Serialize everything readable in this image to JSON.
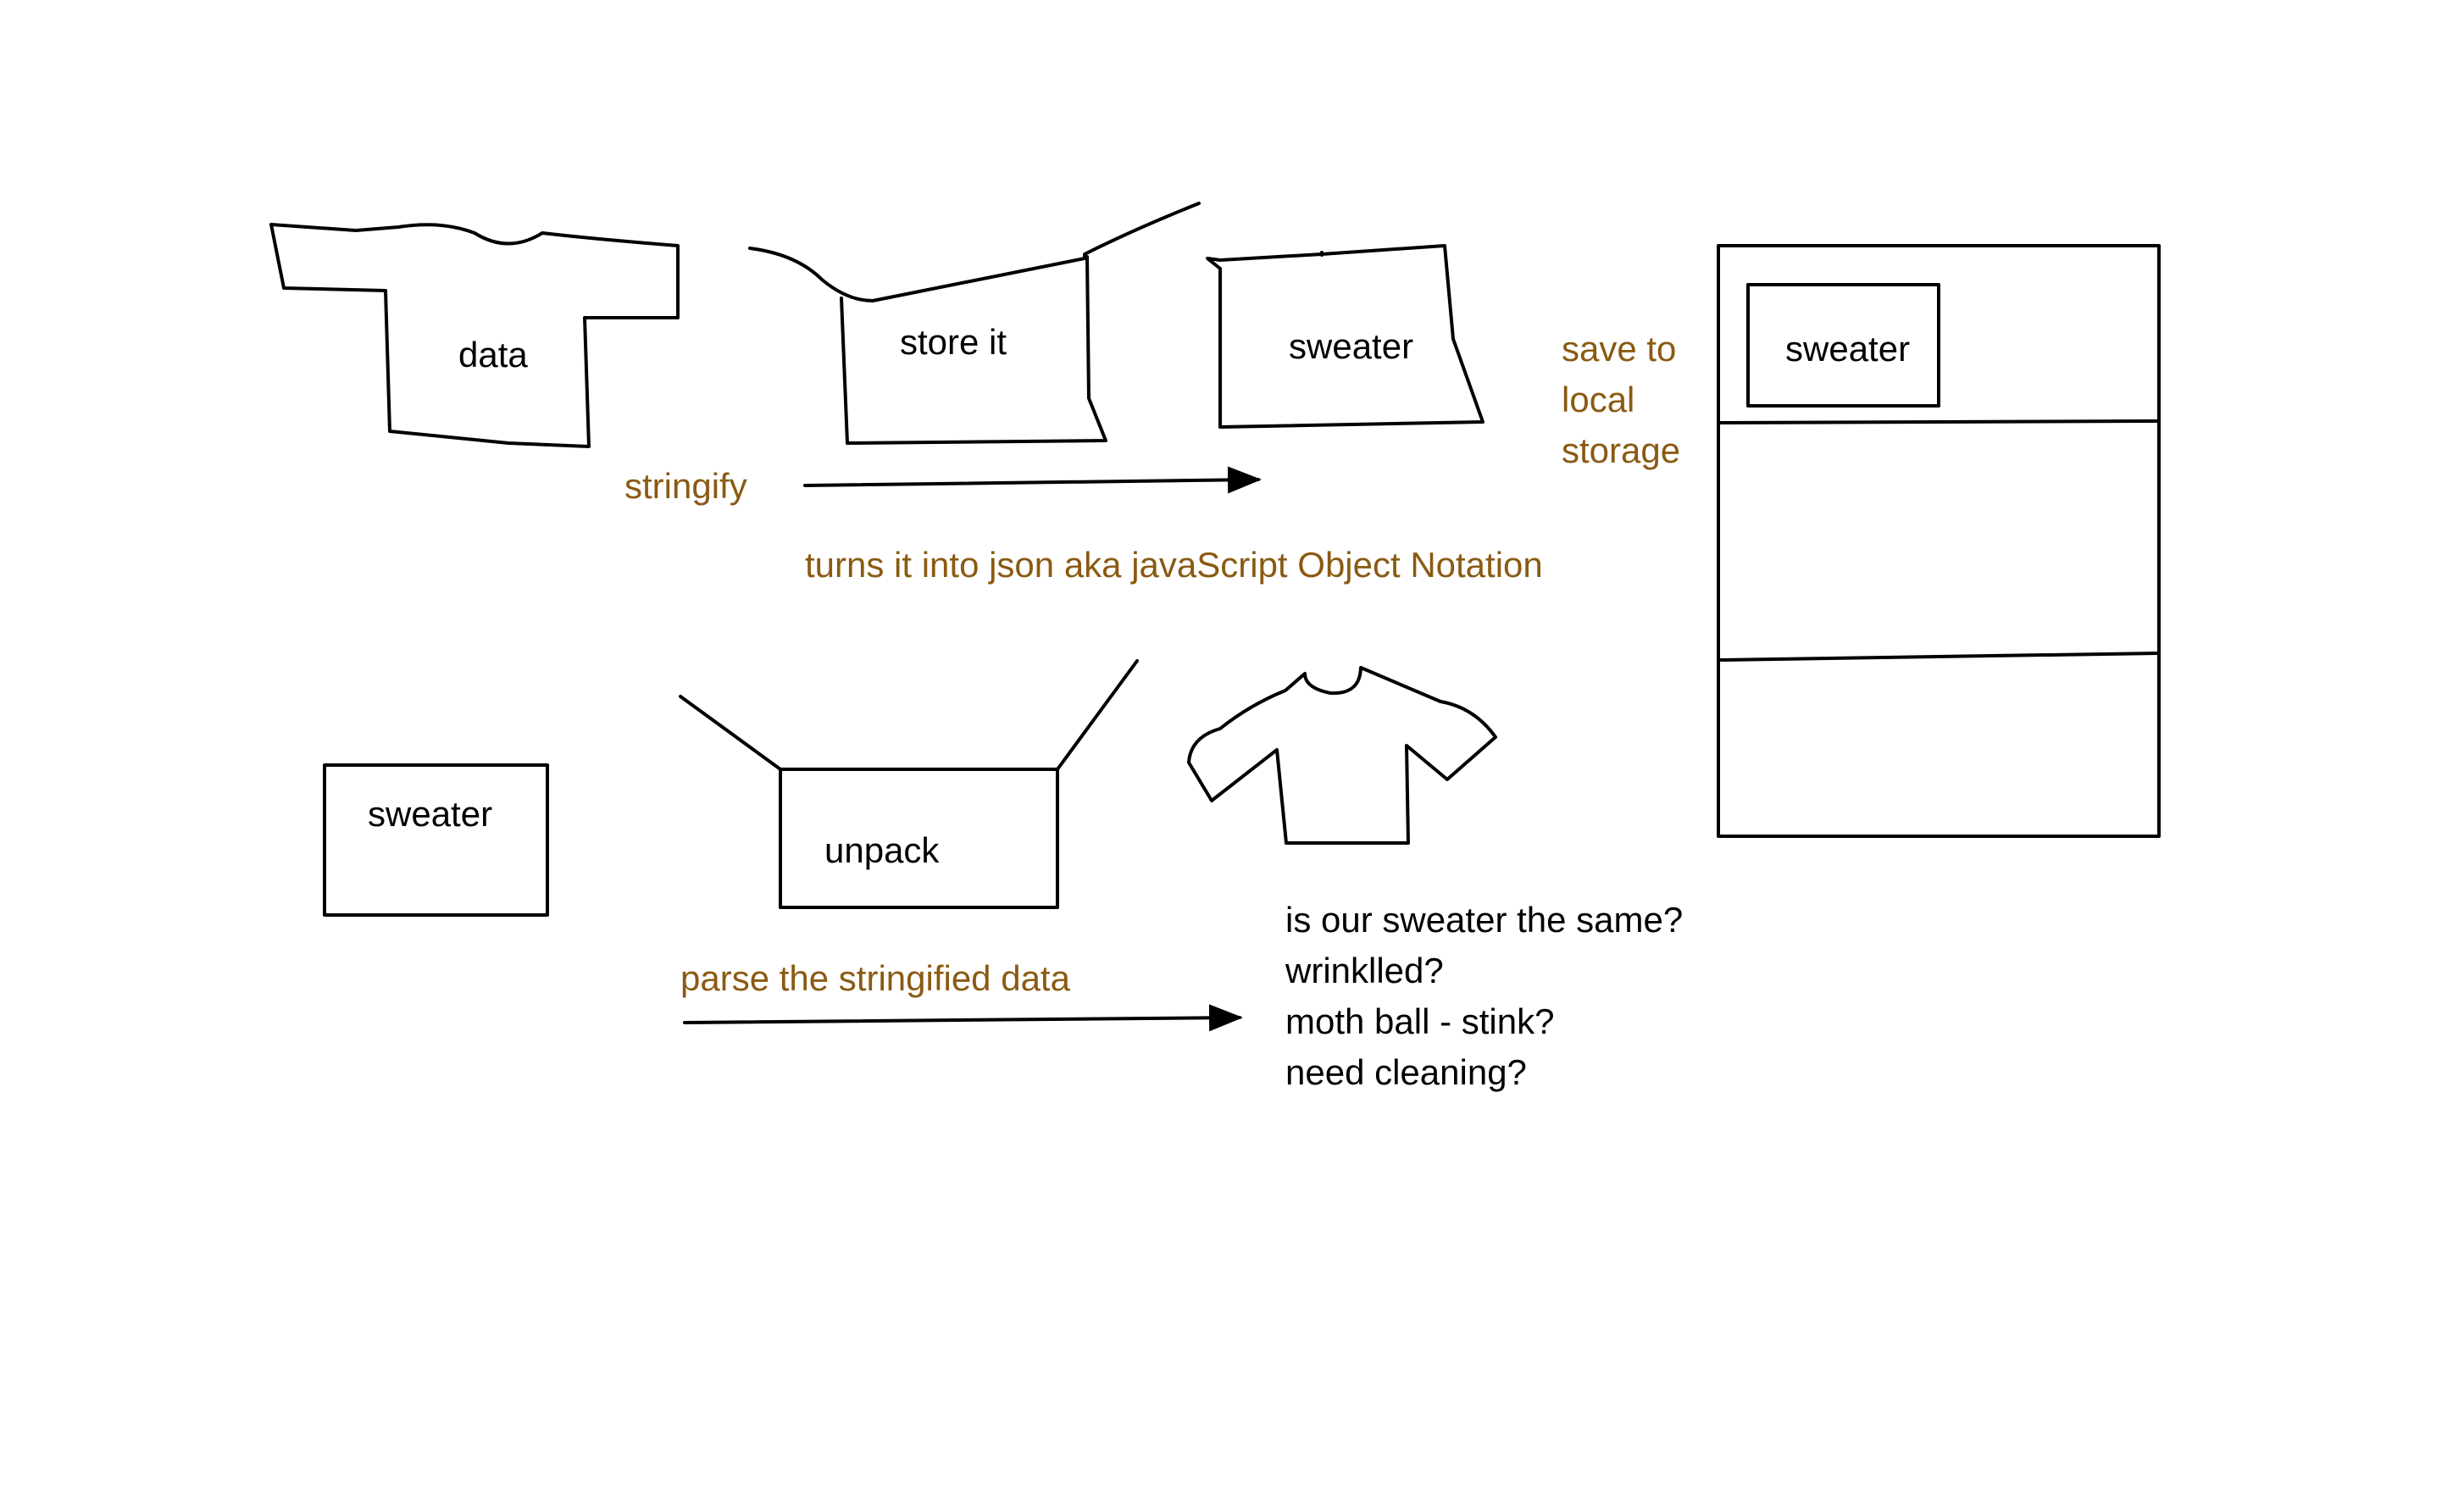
{
  "colors": {
    "ink": "#000000",
    "annotation": "#8a5a12",
    "background": "#ffffff"
  },
  "labels": {
    "data": "data",
    "store_it": "store it",
    "sweater_top": "sweater",
    "stringify": "stringify",
    "save_to_local_storage": [
      "save to",
      "local",
      "storage"
    ],
    "sweater_in_storage": "sweater",
    "json_note": "turns it into json aka javaScript Object Notation",
    "sweater_bottom": "sweater",
    "unpack": "unpack",
    "parse": "parse the stringified data",
    "questions": [
      "is our sweater the same?",
      "wrinklled?",
      "moth ball - stink?",
      "need cleaning?"
    ]
  }
}
